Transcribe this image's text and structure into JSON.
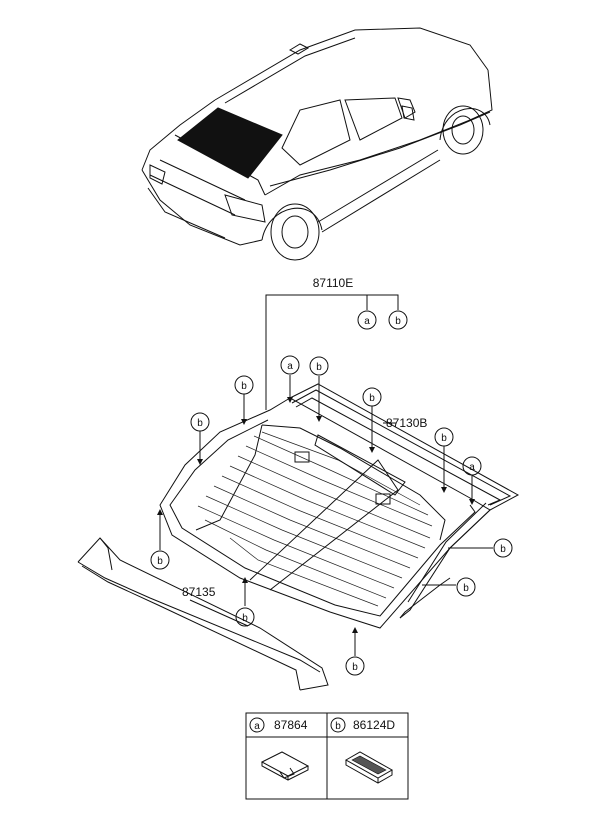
{
  "part_labels": {
    "assembly": "87110E",
    "glass": "87130B",
    "molding": "87135"
  },
  "callout_letters": {
    "a": "a",
    "b": "b"
  },
  "legend": [
    {
      "letter": "a",
      "part_no": "87864"
    },
    {
      "letter": "b",
      "part_no": "86124D"
    }
  ]
}
